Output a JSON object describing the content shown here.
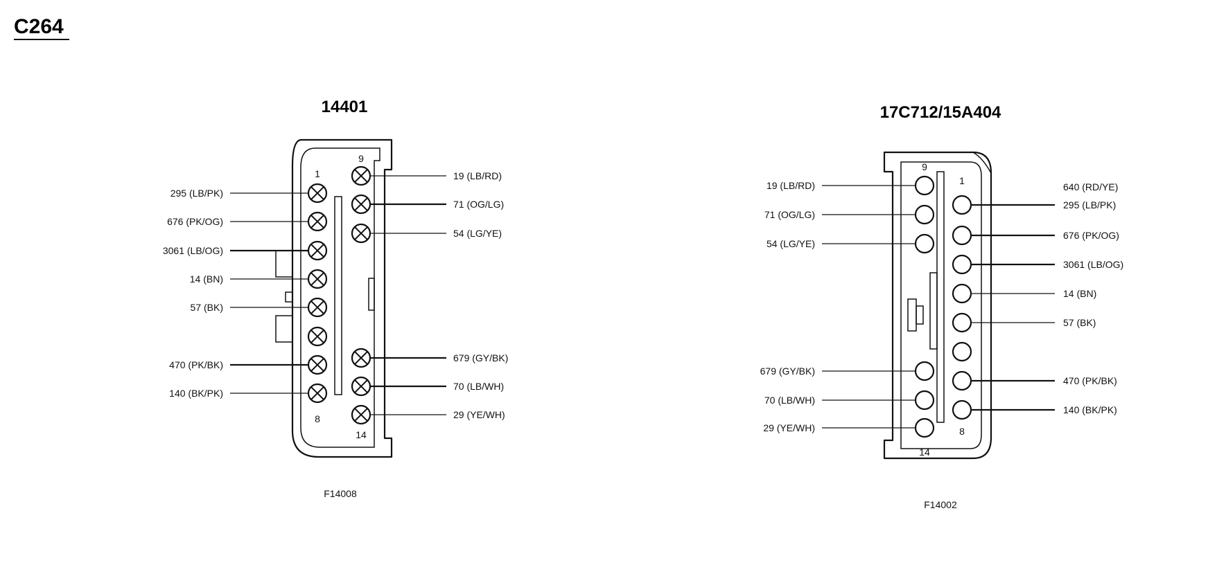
{
  "page_title": "C264",
  "connectors": [
    {
      "id": "left",
      "title": "14401",
      "figure_code": "F14008",
      "pin_style": "cross",
      "pin_labels": {
        "first_left": "1",
        "last_left": "8",
        "first_right": "9",
        "last_right": "14"
      },
      "left_pins": [
        {
          "pin": 1,
          "wire": "295 (LB/PK)"
        },
        {
          "pin": 2,
          "wire": "676 (PK/OG)"
        },
        {
          "pin": 3,
          "wire": "3061 (LB/OG)"
        },
        {
          "pin": 4,
          "wire": "14 (BN)"
        },
        {
          "pin": 5,
          "wire": "57 (BK)"
        },
        {
          "pin": 6,
          "wire": ""
        },
        {
          "pin": 7,
          "wire": "470 (PK/BK)"
        },
        {
          "pin": 8,
          "wire": "140 (BK/PK)"
        }
      ],
      "right_pins": [
        {
          "pin": 9,
          "wire": "19 (LB/RD)"
        },
        {
          "pin": 10,
          "wire": "71 (OG/LG)"
        },
        {
          "pin": 11,
          "wire": "54 (LG/YE)"
        },
        {
          "pin": 12,
          "wire": "679 (GY/BK)"
        },
        {
          "pin": 13,
          "wire": "70 (LB/WH)"
        },
        {
          "pin": 14,
          "wire": "29 (YE/WH)"
        }
      ]
    },
    {
      "id": "right",
      "title": "17C712/15A404",
      "figure_code": "F14002",
      "pin_style": "circle",
      "pin_labels": {
        "first_left": "9",
        "last_left": "14",
        "first_right": "1",
        "last_right": "8"
      },
      "extra_label": "640 (RD/YE)",
      "left_pins": [
        {
          "pin": 9,
          "wire": "19 (LB/RD)"
        },
        {
          "pin": 10,
          "wire": "71 (OG/LG)"
        },
        {
          "pin": 11,
          "wire": "54 (LG/YE)"
        },
        {
          "pin": 12,
          "wire": "679 (GY/BK)"
        },
        {
          "pin": 13,
          "wire": "70 (LB/WH)"
        },
        {
          "pin": 14,
          "wire": "29 (YE/WH)"
        }
      ],
      "right_pins": [
        {
          "pin": 1,
          "wire": "295 (LB/PK)"
        },
        {
          "pin": 2,
          "wire": "676 (PK/OG)"
        },
        {
          "pin": 3,
          "wire": "3061 (LB/OG)"
        },
        {
          "pin": 4,
          "wire": "14 (BN)"
        },
        {
          "pin": 5,
          "wire": "57 (BK)"
        },
        {
          "pin": 6,
          "wire": ""
        },
        {
          "pin": 7,
          "wire": "470 (PK/BK)"
        },
        {
          "pin": 8,
          "wire": "140 (BK/PK)"
        }
      ]
    }
  ]
}
